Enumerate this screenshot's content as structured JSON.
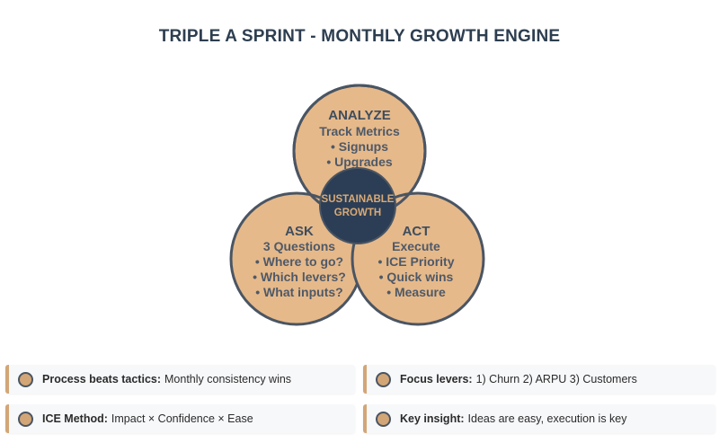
{
  "title": "TRIPLE A SPRINT - MONTHLY GROWTH ENGINE",
  "circles": {
    "analyze": {
      "heading": "ANALYZE",
      "lines": [
        "Track Metrics",
        "• Signups",
        "• Upgrades"
      ]
    },
    "ask": {
      "heading": "ASK",
      "lines": [
        "3 Questions",
        "• Where to go?",
        "• Which levers?",
        "• What inputs?"
      ]
    },
    "act": {
      "heading": "ACT",
      "lines": [
        "Execute",
        "• ICE Priority",
        "• Quick wins",
        "• Measure"
      ]
    }
  },
  "center": {
    "lines": [
      "SUSTAINABLE",
      "GROWTH"
    ]
  },
  "cards": [
    {
      "label": "Process beats tactics:",
      "text": "Monthly consistency wins"
    },
    {
      "label": "Focus levers:",
      "text": "1) Churn 2) ARPU 3) Customers"
    },
    {
      "label": "ICE Method:",
      "text": "Impact × Confidence × Ease"
    },
    {
      "label": "Key insight:",
      "text": "Ideas are easy, execution is key"
    }
  ],
  "colors": {
    "circle_fill": "#e6b98a",
    "hub_fill": "#2c3e55",
    "stroke": "#4a5563",
    "title": "#2d3e50",
    "accent": "#d3a677"
  }
}
